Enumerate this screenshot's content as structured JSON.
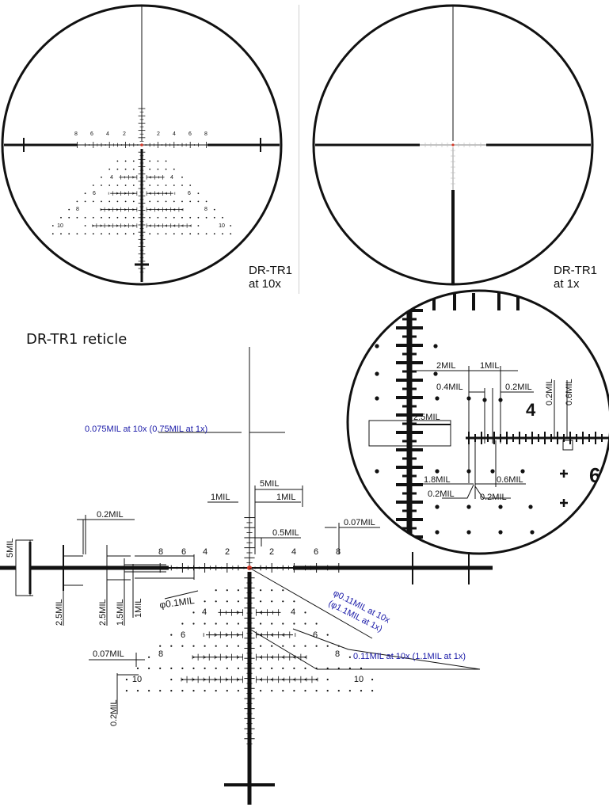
{
  "section_title": "DR-TR1 reticle",
  "top_left": {
    "name": "DR-TR1",
    "magnification": "at 10x",
    "side_ticks": [
      "8",
      "6",
      "4",
      "2",
      "2",
      "4",
      "6",
      "8"
    ],
    "left_row_labels": [
      "4",
      "6",
      "8",
      "10"
    ],
    "right_row_labels": [
      "4",
      "6",
      "8",
      "10"
    ]
  },
  "top_right": {
    "name": "DR-TR1",
    "magnification": "at 1x"
  },
  "main": {
    "side_ticks": [
      "8",
      "6",
      "4",
      "2",
      "2",
      "4",
      "6",
      "8"
    ],
    "left_row_labels": [
      "4",
      "6",
      "8",
      "10"
    ],
    "right_row_labels": [
      "4",
      "6",
      "8",
      "10"
    ],
    "dims": {
      "mil_5_top": "5MIL",
      "mil_1_top": "1MIL",
      "mil_1_right": "1MIL",
      "mil_05": "0.5MIL",
      "mil_007_right": "0.07MIL",
      "mil_02_top": "0.2MIL",
      "mil_5_left": "5MIL",
      "mil_25_a": "2.5MIL",
      "mil_25_b": "2.5MIL",
      "mil_15": "1.5MIL",
      "mil_1_left": "1MIL",
      "dot_dia": "φ0.1MIL",
      "mil_007_left": "0.07MIL",
      "mil_02_left": "0.2MIL"
    },
    "notes": {
      "crosshair_width": "0.075MIL at 10x (0.75MIL at 1x)",
      "center_dot_line1": "φ0.11MIL at 10x",
      "center_dot_line2": "(φ1.1MIL at 1x)",
      "post_width": "0.11MIL at 10x (1.1MIL at 1x)"
    }
  },
  "detail": {
    "row_label": "4",
    "labels": {
      "mil_2": "2MIL",
      "mil_1": "1MIL",
      "mil_04": "0.4MIL",
      "mil_02_a": "0.2MIL",
      "mil_25": "2.5MIL",
      "mil_02_vert": "0.2MIL",
      "mil_06_vert": "0.6MIL",
      "mil_18": "1.8MIL",
      "mil_06": "0.6MIL",
      "mil_02_b": "0.2MIL",
      "mil_02_c": "0.2MIL"
    }
  },
  "colors": {
    "ink": "#111111",
    "blue_note": "#1a1aa8",
    "center_red": "#d63a2a"
  }
}
